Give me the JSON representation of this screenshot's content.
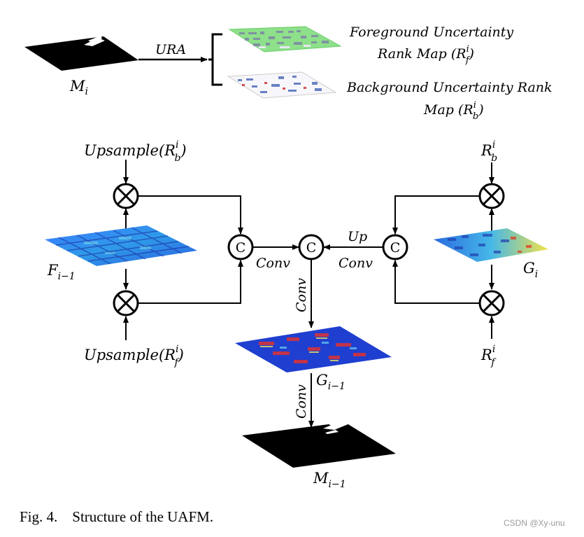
{
  "diagram": {
    "top": {
      "input_label": "M",
      "input_sub": "i",
      "op_label": "URA",
      "fg_label_line1": "Foreground Uncertainty",
      "fg_label_line2_prefix": "Rank Map (R",
      "fg_label_line2_sub": "f",
      "fg_label_line2_sup": "i",
      "fg_label_line2_suffix": ")",
      "bg_label_line1": "Background Uncertainty Rank",
      "bg_label_line2_prefix": "Map (R",
      "bg_label_line2_sub": "b",
      "bg_label_line2_sup": "i",
      "bg_label_line2_suffix": ")"
    },
    "left": {
      "upsample_b_prefix": "Upsample(R",
      "upsample_b_sub": "b",
      "upsample_b_sup": "i",
      "upsample_b_suffix": ")",
      "upsample_f_prefix": "Upsample(R",
      "upsample_f_sub": "f",
      "upsample_f_sup": "i",
      "upsample_f_suffix": ")",
      "feature_label": "F",
      "feature_sub": "i−1"
    },
    "right": {
      "rb_label": "R",
      "rb_sub": "b",
      "rb_sup": "i",
      "rf_label": "R",
      "rf_sub": "f",
      "rf_sup": "i",
      "g_label": "G",
      "g_sub": "i"
    },
    "center": {
      "concat_symbol": "C",
      "conv_left": "Conv",
      "up_label": "Up",
      "conv_right": "Conv",
      "conv_down_1": "Conv",
      "g_out_label": "G",
      "g_out_sub": "i−1",
      "conv_down_2": "Conv",
      "m_out_label": "M",
      "m_out_sub": "i−1"
    }
  },
  "caption": "Fig. 4.    Structure of the UAFM.",
  "watermark": "CSDN @Xy-unu",
  "colors": {
    "line": "#000000",
    "fg_map": "#8ee08a",
    "heat_blue": "#1f4fd8",
    "heat_red": "#e03020",
    "heat_yellow": "#f2e24a"
  }
}
